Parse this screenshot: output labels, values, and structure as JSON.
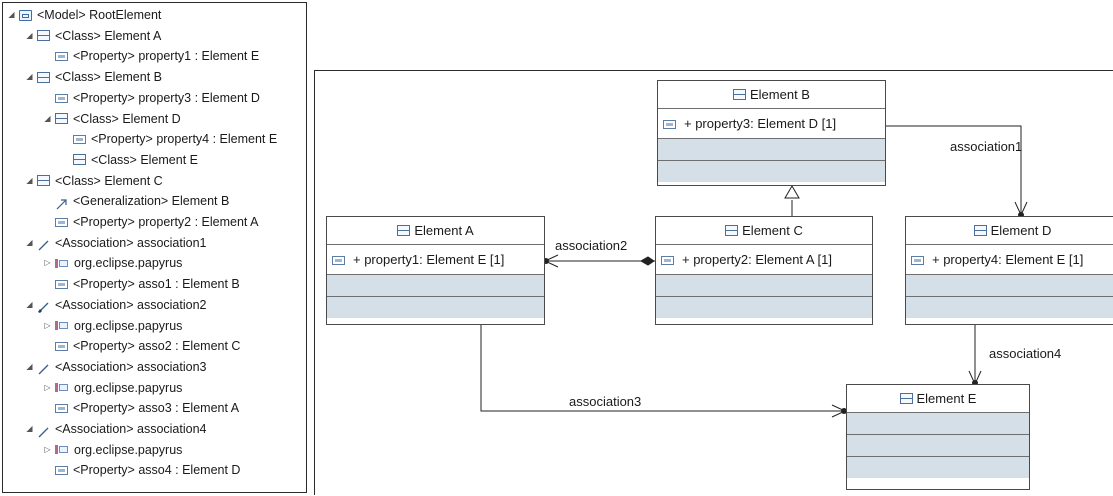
{
  "tree": {
    "items": [
      {
        "label": "<Model> RootElement",
        "icon": "model-icon",
        "expanded": true,
        "depth": 0
      },
      {
        "label": "<Class> Element A",
        "icon": "class-icon",
        "expanded": true,
        "depth": 1
      },
      {
        "label": "<Property> property1 : Element E",
        "icon": "property-icon",
        "depth": 2
      },
      {
        "label": "<Class> Element B",
        "icon": "class-icon",
        "expanded": true,
        "depth": 1
      },
      {
        "label": "<Property> property3 : Element D",
        "icon": "property-icon",
        "depth": 2
      },
      {
        "label": "<Class> Element D",
        "icon": "class-icon",
        "expanded": true,
        "depth": 2
      },
      {
        "label": "<Property> property4 : Element E",
        "icon": "property-icon",
        "depth": 3
      },
      {
        "label": "<Class> Element E",
        "icon": "class-icon",
        "depth": 3
      },
      {
        "label": "<Class> Element C",
        "icon": "class-icon",
        "expanded": true,
        "depth": 1
      },
      {
        "label": "<Generalization> Element B",
        "icon": "generalization-icon",
        "depth": 2
      },
      {
        "label": "<Property> property2 : Element A",
        "icon": "property-icon",
        "depth": 2
      },
      {
        "label": "<Association> association1",
        "icon": "association-icon",
        "expanded": true,
        "depth": 1
      },
      {
        "label": "org.eclipse.papyrus",
        "icon": "annotation-package-icon",
        "expanded": false,
        "depth": 2
      },
      {
        "label": "<Property> asso1 : Element B",
        "icon": "property-icon",
        "depth": 2
      },
      {
        "label": "<Association> association2",
        "icon": "composite-association-icon",
        "expanded": true,
        "depth": 1
      },
      {
        "label": "org.eclipse.papyrus",
        "icon": "annotation-package-icon",
        "expanded": false,
        "depth": 2
      },
      {
        "label": "<Property> asso2 : Element C",
        "icon": "property-icon",
        "depth": 2
      },
      {
        "label": "<Association> association3",
        "icon": "association-icon",
        "expanded": true,
        "depth": 1
      },
      {
        "label": "org.eclipse.papyrus",
        "icon": "annotation-package-icon",
        "expanded": false,
        "depth": 2
      },
      {
        "label": "<Property> asso3 : Element A",
        "icon": "property-icon",
        "depth": 2
      },
      {
        "label": "<Association> association4",
        "icon": "association-icon",
        "expanded": true,
        "depth": 1
      },
      {
        "label": "org.eclipse.papyrus",
        "icon": "annotation-package-icon",
        "expanded": false,
        "depth": 2
      },
      {
        "label": "<Property> asso4 : Element D",
        "icon": "property-icon",
        "depth": 2
      }
    ]
  },
  "diagram": {
    "classes": {
      "element_a": {
        "name": "Element A",
        "attribute": "+ property1: Element E [1]"
      },
      "element_b": {
        "name": "Element B",
        "attribute": "+ property3: Element D [1]"
      },
      "element_c": {
        "name": "Element C",
        "attribute": "+ property2: Element A [1]"
      },
      "element_d": {
        "name": "Element D",
        "attribute": "+ property4: Element E [1]"
      },
      "element_e": {
        "name": "Element E",
        "attribute": ""
      }
    },
    "associations": {
      "association1": "association1",
      "association2": "association2",
      "association3": "association3",
      "association4": "association4"
    },
    "colors": {
      "compartment": "#d4dfe8",
      "border": "#4a4a4a",
      "icon": "#4a6f9a"
    }
  }
}
